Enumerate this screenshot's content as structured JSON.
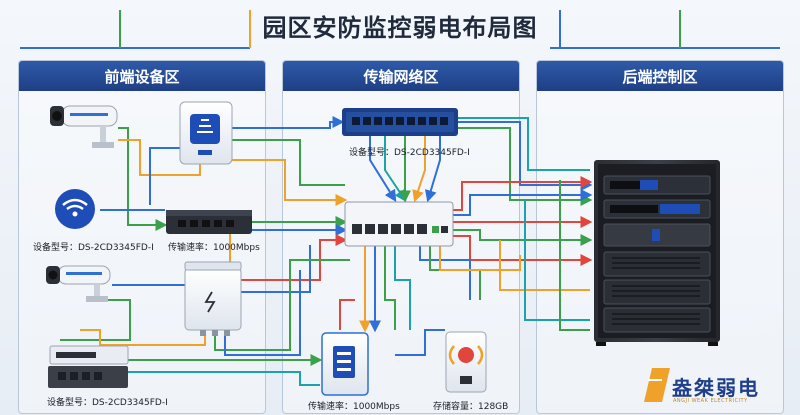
{
  "title": "园区安防监控弱电布局图",
  "zones": {
    "front": "前端设备区",
    "network": "传输网络区",
    "backend": "后端控制区"
  },
  "labels": {
    "top_switch_model": "设备型号：DS-2CD3345FD-I",
    "wifi_model": "设备型号：DS-2CD3345FD-I",
    "small_switch_rate": "传输速率：1000Mbps",
    "bottom_left_model": "设备型号：DS-2CD3345FD-I",
    "bottom_rate": "传输速率：1000Mbps",
    "storage": "存储容量：128GB"
  },
  "logo": {
    "name": "盎桀弱电",
    "tagline": "ANGJI WEAK ELECTRICITY"
  },
  "colors": {
    "zone_header": "#2f5aa8",
    "cable_blue": "#2f6fd6",
    "cable_green": "#3aa14a",
    "cable_orange": "#f0a12a",
    "cable_red": "#e0463b",
    "cable_teal": "#1aa3a8"
  }
}
